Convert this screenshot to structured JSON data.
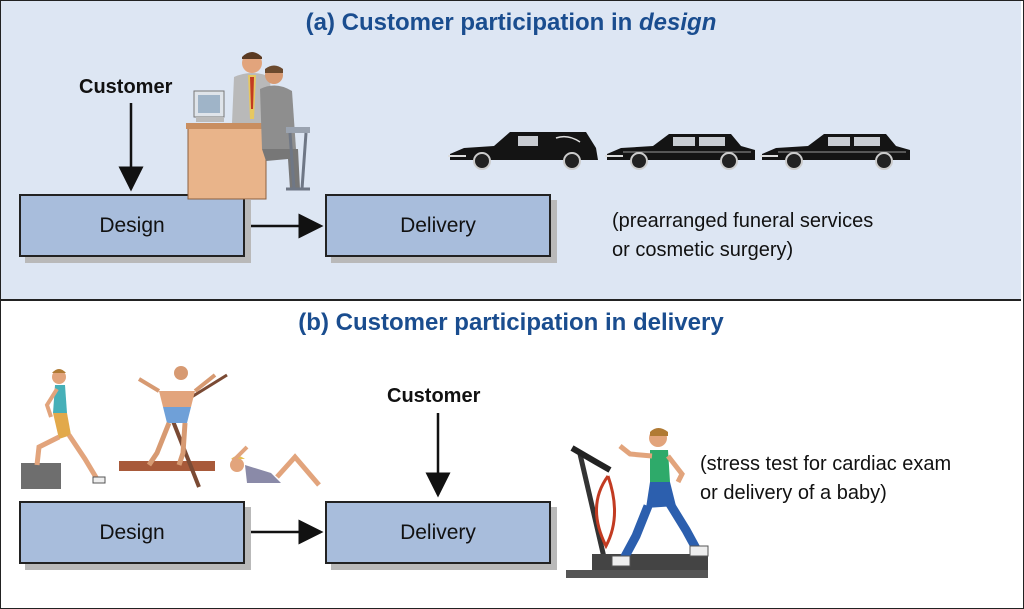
{
  "panel_a": {
    "title_prefix": "(a) Customer participation in ",
    "title_emphasis": "design",
    "customer_label": "Customer",
    "design_label": "Design",
    "delivery_label": "Delivery",
    "note_line1": "(prearranged funeral services",
    "note_line2": "or cosmetic surgery)"
  },
  "panel_b": {
    "title": "(b) Customer participation in delivery",
    "customer_label": "Customer",
    "design_label": "Design",
    "delivery_label": "Delivery",
    "note_line1": "(stress test for cardiac exam",
    "note_line2": "or delivery of a baby)"
  },
  "colors": {
    "title": "#1a4d8f",
    "box_fill": "#a8bddc",
    "panel_a_bg": "#dde6f3"
  },
  "icons": [
    "consultation-desk-icon",
    "limousine-icon",
    "hearse-icon",
    "exercise-figures-icon",
    "treadmill-runner-icon"
  ]
}
